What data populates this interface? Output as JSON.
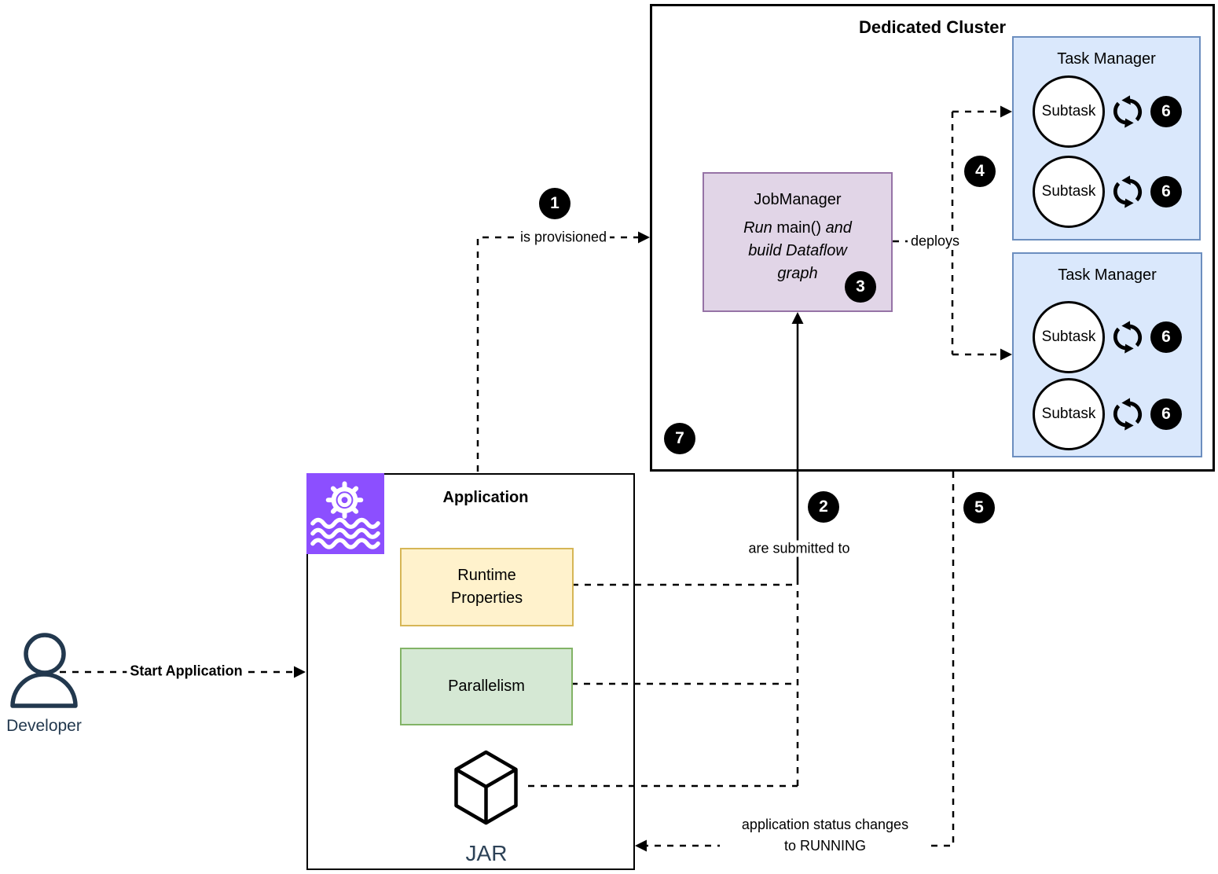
{
  "cluster": {
    "title": "Dedicated Cluster"
  },
  "job_manager": {
    "title": "JobManager",
    "body_italic_1": "Run",
    "body_plain": "main()",
    "body_italic_2": "and",
    "body_line2": "build Dataflow",
    "body_line3": "graph"
  },
  "task_managers": [
    {
      "title": "Task Manager",
      "subtasks": [
        {
          "label": "Subtask",
          "badge": "6"
        },
        {
          "label": "Subtask",
          "badge": "6"
        }
      ]
    },
    {
      "title": "Task Manager",
      "subtasks": [
        {
          "label": "Subtask",
          "badge": "6"
        },
        {
          "label": "Subtask",
          "badge": "6"
        }
      ]
    }
  ],
  "application": {
    "title": "Application",
    "runtime_properties_line1": "Runtime",
    "runtime_properties_line2": "Properties",
    "parallelism": "Parallelism",
    "jar": "JAR"
  },
  "developer": {
    "label": "Developer"
  },
  "edges": {
    "start_application": "Start Application",
    "is_provisioned": "is provisioned",
    "are_submitted_to": "are submitted to",
    "deploys": "deploys",
    "status_line1": "application status changes",
    "status_line2": "to RUNNING"
  },
  "badges": {
    "b1": "1",
    "b2": "2",
    "b3": "3",
    "b4": "4",
    "b5": "5",
    "b7": "7"
  },
  "icons": {
    "flink_icon": "gear-over-waves",
    "jar_icon": "cube",
    "subtask_icon": "refresh-cycle",
    "developer_icon": "person"
  },
  "colors": {
    "line": "#000000",
    "cluster_border": "#000000",
    "task_manager_fill": "#DAE8FC",
    "task_manager_border": "#6C8EBF",
    "job_manager_fill": "#E1D5E7",
    "job_manager_border": "#9673A6",
    "runtime_fill": "#FFF2CC",
    "runtime_border": "#D6B656",
    "parallelism_fill": "#D5E8D4",
    "parallelism_border": "#82B366",
    "flink_icon_bg": "#8C4FFF",
    "badge_bg": "#000000",
    "badge_text": "#FFFFFF",
    "jar_text": "#2D4257",
    "developer_text": "#22384E"
  }
}
